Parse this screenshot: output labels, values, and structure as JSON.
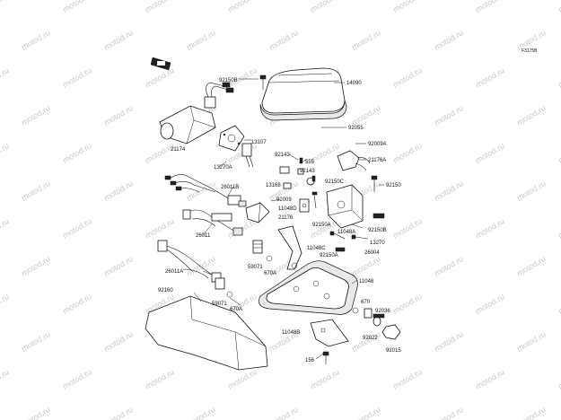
{
  "diagram": {
    "ref_code": "F3175B",
    "watermark": "motod.ru",
    "labels": [
      {
        "id": "92150B_top",
        "text": "92150B"
      },
      {
        "id": "14090",
        "text": "14090"
      },
      {
        "id": "92055",
        "text": "92055"
      },
      {
        "id": "92009A",
        "text": "92009A"
      },
      {
        "id": "21176A",
        "text": "21176A"
      },
      {
        "id": "21174",
        "text": "21174"
      },
      {
        "id": "13107",
        "text": "13107"
      },
      {
        "id": "13270A",
        "text": "13270A"
      },
      {
        "id": "92143a",
        "text": "92143"
      },
      {
        "id": "555",
        "text": "555"
      },
      {
        "id": "92143b",
        "text": "92143"
      },
      {
        "id": "13168",
        "text": "13168"
      },
      {
        "id": "92150C",
        "text": "92150C"
      },
      {
        "id": "92150",
        "text": "92150"
      },
      {
        "id": "26011B",
        "text": "26011B"
      },
      {
        "id": "92009",
        "text": "92009"
      },
      {
        "id": "11048D",
        "text": "11048D"
      },
      {
        "id": "21176",
        "text": "21176"
      },
      {
        "id": "92150A_a",
        "text": "92150A"
      },
      {
        "id": "92150B_mid",
        "text": "92150B"
      },
      {
        "id": "11048A",
        "text": "11048A"
      },
      {
        "id": "26011",
        "text": "26011"
      },
      {
        "id": "13270",
        "text": "13270"
      },
      {
        "id": "11048C",
        "text": "11048C"
      },
      {
        "id": "26004",
        "text": "26004"
      },
      {
        "id": "92150A_b",
        "text": "92150A"
      },
      {
        "id": "59071_a",
        "text": "59071"
      },
      {
        "id": "26011A",
        "text": "26011A"
      },
      {
        "id": "670A_a",
        "text": "670A"
      },
      {
        "id": "11048",
        "text": "11048"
      },
      {
        "id": "92160",
        "text": "92160"
      },
      {
        "id": "59071_b",
        "text": "59071"
      },
      {
        "id": "670A_b",
        "text": "670A"
      },
      {
        "id": "670",
        "text": "670"
      },
      {
        "id": "92036",
        "text": "92036"
      },
      {
        "id": "11048B",
        "text": "11048B"
      },
      {
        "id": "92022",
        "text": "92022"
      },
      {
        "id": "92015",
        "text": "92015"
      },
      {
        "id": "156",
        "text": "156"
      }
    ]
  }
}
